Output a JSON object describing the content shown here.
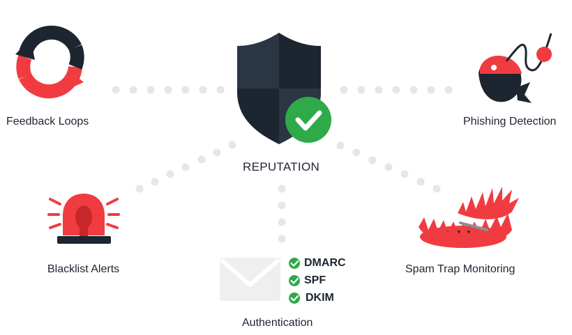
{
  "center": {
    "label": "REPUTATION"
  },
  "nodes": {
    "feedback": {
      "label": "Feedback Loops"
    },
    "phishing": {
      "label": "Phishing Detection"
    },
    "blacklist": {
      "label": "Blacklist Alerts"
    },
    "spamtrap": {
      "label": "Spam Trap Monitoring"
    },
    "authentication": {
      "label": "Authentication",
      "items": [
        "DMARC",
        "SPF",
        "DKIM"
      ]
    }
  },
  "colors": {
    "accent_red": "#f03c41",
    "dark_navy": "#1d2530",
    "shield_light": "#2b3644",
    "check_green": "#2eaa49",
    "dot_gray": "#e6e6e6",
    "envelope_gray": "#efefef"
  },
  "icons": {
    "feedback": "circular-arrows-icon",
    "phishing": "fish-hook-icon",
    "blacklist": "siren-icon",
    "spamtrap": "bear-trap-icon",
    "authentication": "envelope-icon",
    "center": "shield-check-icon"
  }
}
